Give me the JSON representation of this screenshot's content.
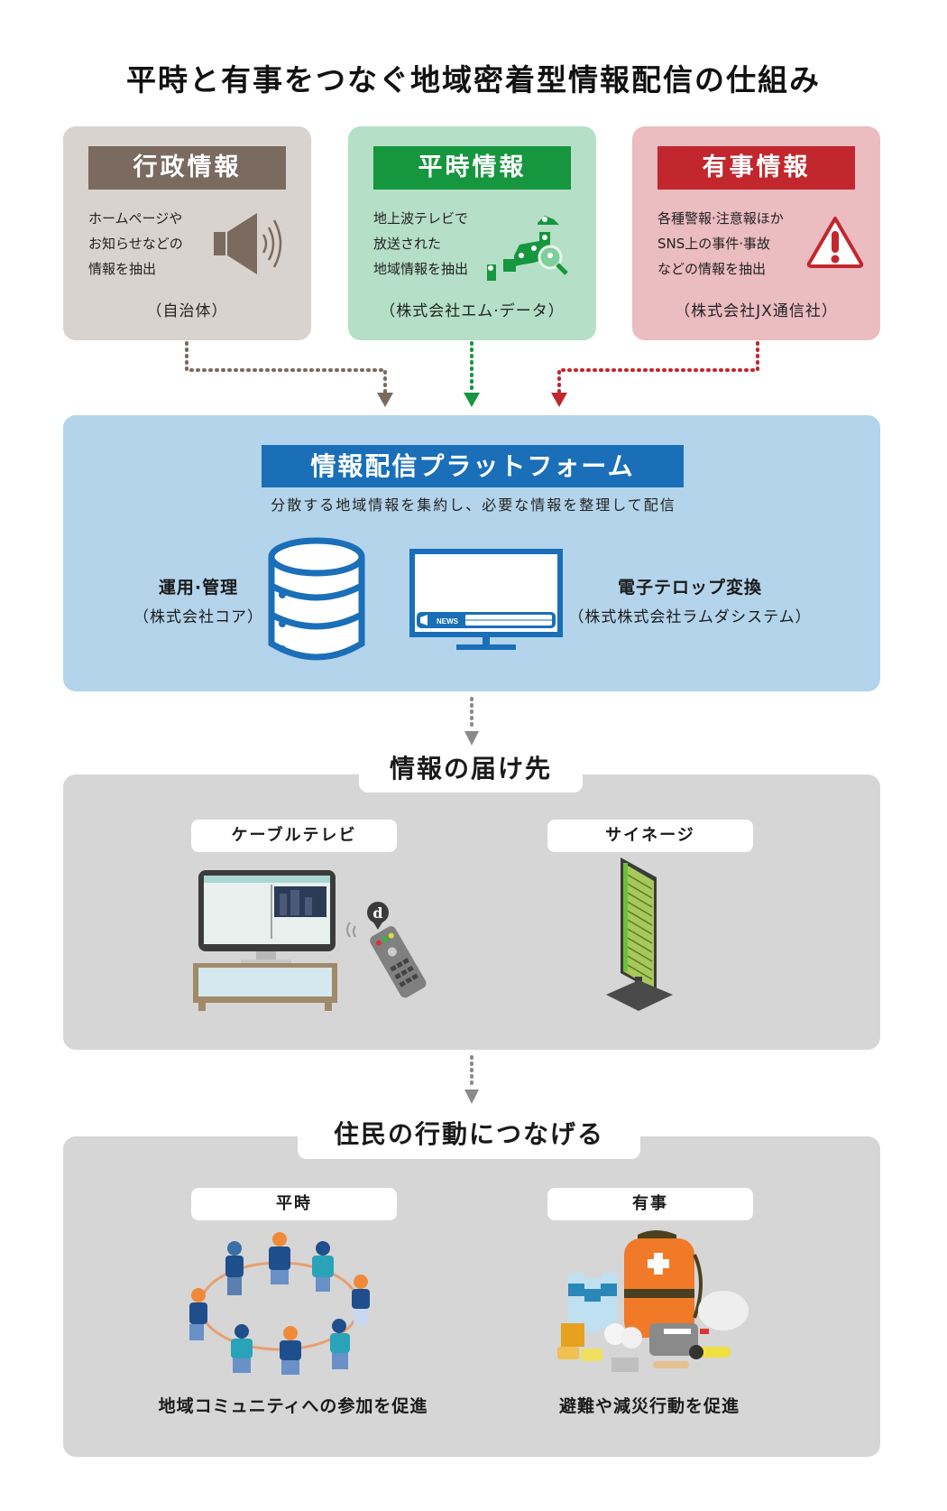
{
  "title": "平時と有事をつなぐ地域密着型情報配信の仕組み",
  "sources": [
    {
      "id": "gov",
      "header": "行政情報",
      "lines": [
        "ホームページや",
        "お知らせなどの",
        "情報を抽出"
      ],
      "org": "（自治体）",
      "icon": "megaphone-icon",
      "color": "#7a6a5f"
    },
    {
      "id": "peace",
      "header": "平時情報",
      "lines": [
        "地上波テレビで",
        "放送された",
        "地域情報を抽出"
      ],
      "org": "（株式会社エム·データ）",
      "icon": "japan-map-search-icon",
      "color": "#16963f"
    },
    {
      "id": "emergency",
      "header": "有事情報",
      "lines": [
        "各種警報·注意報ほか",
        "SNS上の事件·事故",
        "などの情報を抽出"
      ],
      "org": "（株式会社JX通信社）",
      "icon": "warning-triangle-icon",
      "color": "#c1272d"
    }
  ],
  "platform": {
    "header": "情報配信プラットフォーム",
    "subtitle": "分散する地域情報を集約し、必要な情報を整理して配信",
    "left": {
      "title": "運用·管理",
      "org": "（株式会社コア）",
      "icon": "database-icon"
    },
    "right": {
      "title": "電子テロップ変換",
      "org": "（株式株式会社ラムダシステム）",
      "icon": "news-monitor-icon",
      "ticker_label": "NEWS"
    }
  },
  "delivery": {
    "title": "情報の届け先",
    "items": [
      {
        "label": "ケーブルテレビ",
        "icon": "cable-tv-icon",
        "remote_badge": "d"
      },
      {
        "label": "サイネージ",
        "icon": "digital-signage-icon"
      }
    ]
  },
  "action": {
    "title": "住民の行動につなげる",
    "items": [
      {
        "label": "平時",
        "caption": "地域コミュニティへの参加を促進",
        "icon": "people-circle-icon"
      },
      {
        "label": "有事",
        "caption": "避難や減災行動を促進",
        "icon": "emergency-kit-icon"
      }
    ]
  },
  "colors": {
    "gov": "#7a6a5f",
    "peace": "#16963f",
    "emergency": "#c1272d",
    "platform_bg": "#b3d4ea",
    "platform_accent": "#1a6fb8",
    "gray_panel": "#d6d6d6",
    "arrow_gray": "#8a8a8a"
  }
}
